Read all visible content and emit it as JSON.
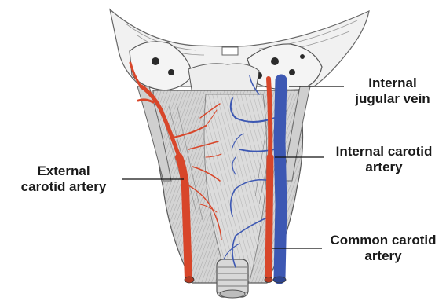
{
  "labels": {
    "internal_jugular_vein": {
      "line1": "Internal",
      "line2": "jugular vein"
    },
    "internal_carotid_artery": {
      "line1": "Internal carotid",
      "line2": "artery"
    },
    "external_carotid_artery": {
      "line1": "External",
      "line2": "carotid artery"
    },
    "common_carotid_artery": {
      "line1": "Common carotid",
      "line2": "artery"
    }
  },
  "colors": {
    "artery": "#d8462a",
    "vein": "#3d58b3",
    "bone": "#ececec",
    "muscle": "#c9c9c9",
    "outline": "#555555",
    "leader": "#111111"
  }
}
